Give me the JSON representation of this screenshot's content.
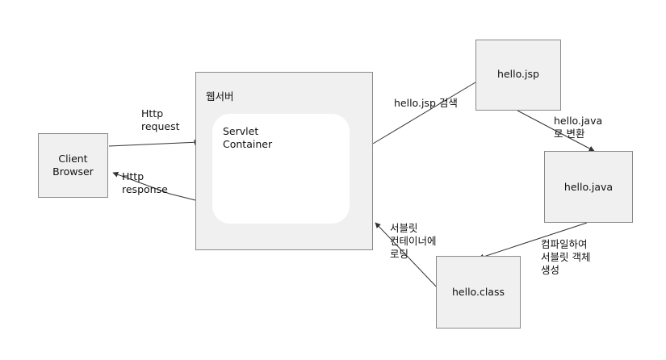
{
  "nodes": {
    "client_browser": {
      "label": "Client\nBrowser"
    },
    "web_server": {
      "label": "웹서버"
    },
    "servlet_container": {
      "label": "Servlet\nContainer"
    },
    "hello_jsp": {
      "label": "hello.jsp"
    },
    "hello_java": {
      "label": "hello.java"
    },
    "hello_class": {
      "label": "hello.class"
    }
  },
  "edges": {
    "http_request": {
      "label": "Http\nrequest"
    },
    "http_response": {
      "label": "Http\nresponse"
    },
    "jsp_search": {
      "label": "hello.jsp 검색"
    },
    "convert_to_java": {
      "label": "hello.java\n로 변환"
    },
    "compile": {
      "label": "컴파일하여\n서블릿 객체\n생성"
    },
    "load_to_container": {
      "label": "서블릿\n컨테이너에\n로딩"
    }
  },
  "colors": {
    "box_fill": "#f0f0f0",
    "box_border": "#8a8a8a",
    "inner_fill": "#ffffff",
    "line": "#333333"
  }
}
